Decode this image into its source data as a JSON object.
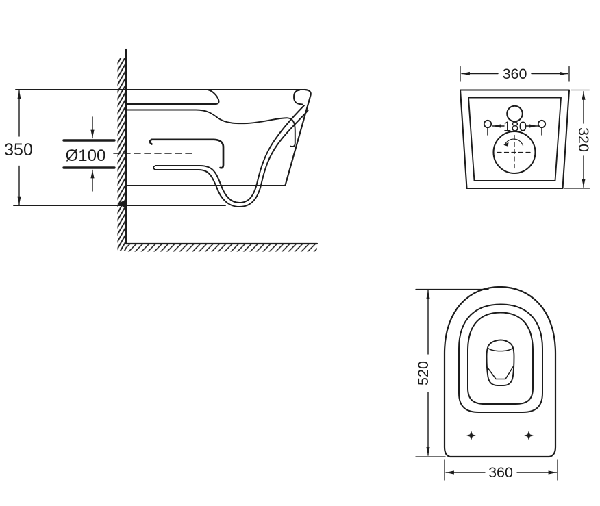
{
  "drawing": {
    "type": "technical-dimension-drawing",
    "colors": {
      "line": "#1c1c1c",
      "background": "#ffffff"
    },
    "side_view": {
      "height_label": "350",
      "pipe_label": "Ø100"
    },
    "rear_view": {
      "width_label": "360",
      "height_label": "320",
      "hole_spacing_label": "180"
    },
    "top_view": {
      "depth_label": "520",
      "width_label": "360"
    }
  }
}
